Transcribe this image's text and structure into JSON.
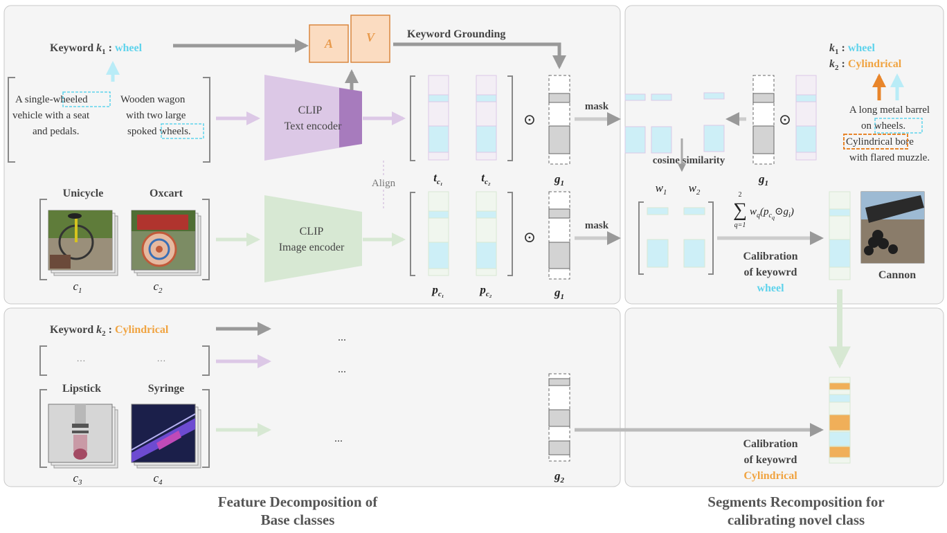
{
  "top_left": {
    "keyword1": {
      "label": "Keyword",
      "var": "k",
      "sub": "1",
      "value": "wheel"
    },
    "desc1_parts": [
      "A single-",
      "wheeled",
      "vehicle with a seat",
      "and pedals."
    ],
    "desc2_parts": [
      "Wooden wagon",
      "with two large",
      "spoked ",
      "wheels."
    ],
    "text_encoder": [
      "CLIP",
      "Text encoder"
    ],
    "image_encoder": [
      "CLIP",
      "Image encoder"
    ],
    "attn_a": "A",
    "attn_v": "V",
    "grounding": "Keyword Grounding",
    "align": "Align",
    "class_names": [
      "Unicycle",
      "Oxcart"
    ],
    "class_vars": [
      {
        "v": "c",
        "s": "1"
      },
      {
        "v": "c",
        "s": "2"
      }
    ],
    "text_feat_labels": [
      {
        "v": "t",
        "s": "c₁"
      },
      {
        "v": "t",
        "s": "c₂"
      }
    ],
    "img_feat_labels": [
      {
        "v": "p",
        "s": "c₁"
      },
      {
        "v": "p",
        "s": "c₂"
      }
    ],
    "g_label": {
      "v": "g",
      "s": "1"
    },
    "odot": "⊙",
    "mask": "mask"
  },
  "top_right": {
    "k1": {
      "var": "k",
      "sub": "1",
      "value": "wheel"
    },
    "k2": {
      "var": "k",
      "sub": "2",
      "value": "Cylindrical"
    },
    "desc_parts": [
      "A long metal barrel",
      "on ",
      "wheels.",
      "Cylindrical",
      " bore",
      "with flared muzzle."
    ],
    "cosine": "cosine similarity",
    "w_labels": [
      {
        "v": "w",
        "s": "1"
      },
      {
        "v": "w",
        "s": "2"
      }
    ],
    "sum_formula": {
      "top": "2",
      "bottom": "q=1",
      "body": "w",
      "sub": "q",
      "rest1": "(p",
      "csub": "c",
      "qsub": "q",
      "rest2": "⊙g",
      "isub": "i",
      "close": ")"
    },
    "calib1": [
      "Calibration",
      "of keyowrd",
      "wheel"
    ],
    "object": "Cannon",
    "g_label": {
      "v": "g",
      "s": "1"
    },
    "odot": "⊙"
  },
  "bottom_left": {
    "keyword2": {
      "label": "Keyword",
      "var": "k",
      "sub": "2",
      "value": "Cylindrical"
    },
    "ellipsis": "...",
    "small_ellipsis": "…",
    "class_names": [
      "Lipstick",
      "Syringe"
    ],
    "class_vars": [
      {
        "v": "c",
        "s": "3"
      },
      {
        "v": "c",
        "s": "4"
      }
    ],
    "g_label": {
      "v": "g",
      "s": "2"
    }
  },
  "bottom_right": {
    "calib2": [
      "Calibration",
      "of keyowrd",
      "Cylindrical"
    ]
  },
  "titles": {
    "left": [
      "Feature Decomposition of",
      "Base classes"
    ],
    "right": [
      "Segments Recomposition for",
      "calibrating novel class"
    ]
  },
  "colors": {
    "cyan": "#5fd3ec",
    "orange": "#f0a340",
    "text_purple": "#dcc8e6",
    "text_purple_dark": "#a77bbd",
    "img_green": "#d7e8d3",
    "arrow_gray": "#999999",
    "cell_cyan": "#cdeff7",
    "attn_fill": "#fbdcc1",
    "attn_stroke": "#d9863e"
  }
}
